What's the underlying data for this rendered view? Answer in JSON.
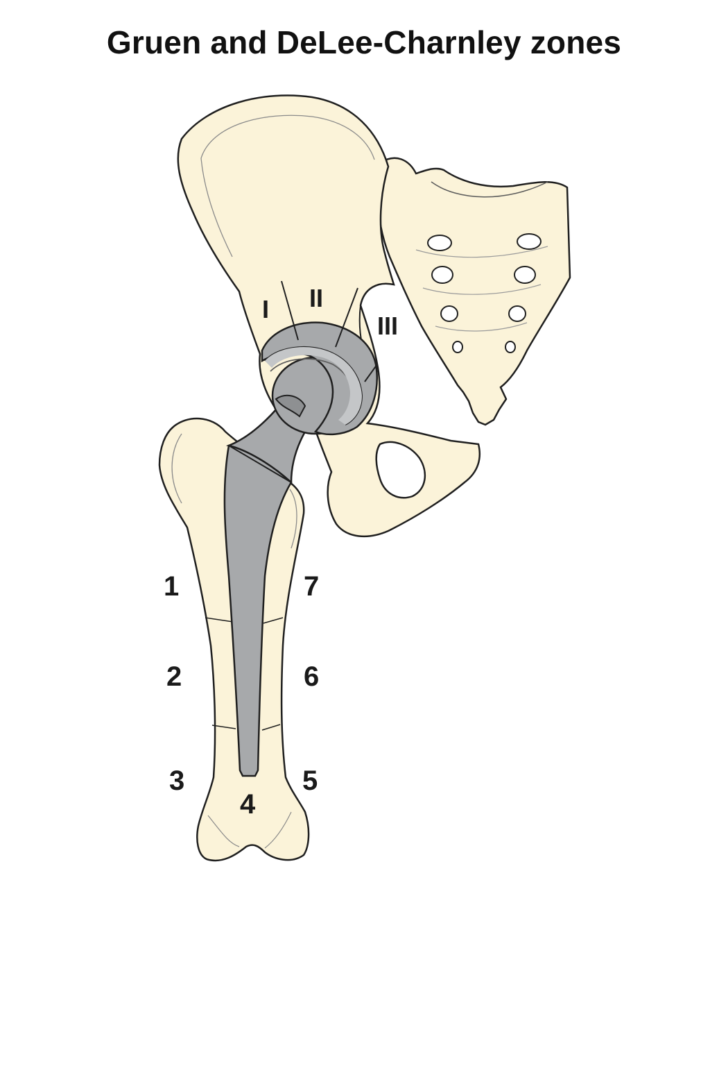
{
  "title": "Gruen and DeLee-Charnley zones",
  "colors": {
    "bone_fill": "#fbf3d9",
    "outline": "#1f1f1f",
    "implant_fill": "#a7a9ab",
    "implant_dark": "#8e9092",
    "implant_light": "#c4c6c8",
    "label": "#1a1a1a"
  },
  "acetabular_zones": {
    "I": "I",
    "II": "II",
    "III": "III"
  },
  "femoral_zones": {
    "z1": "1",
    "z2": "2",
    "z3": "3",
    "z4": "4",
    "z5": "5",
    "z6": "6",
    "z7": "7"
  }
}
